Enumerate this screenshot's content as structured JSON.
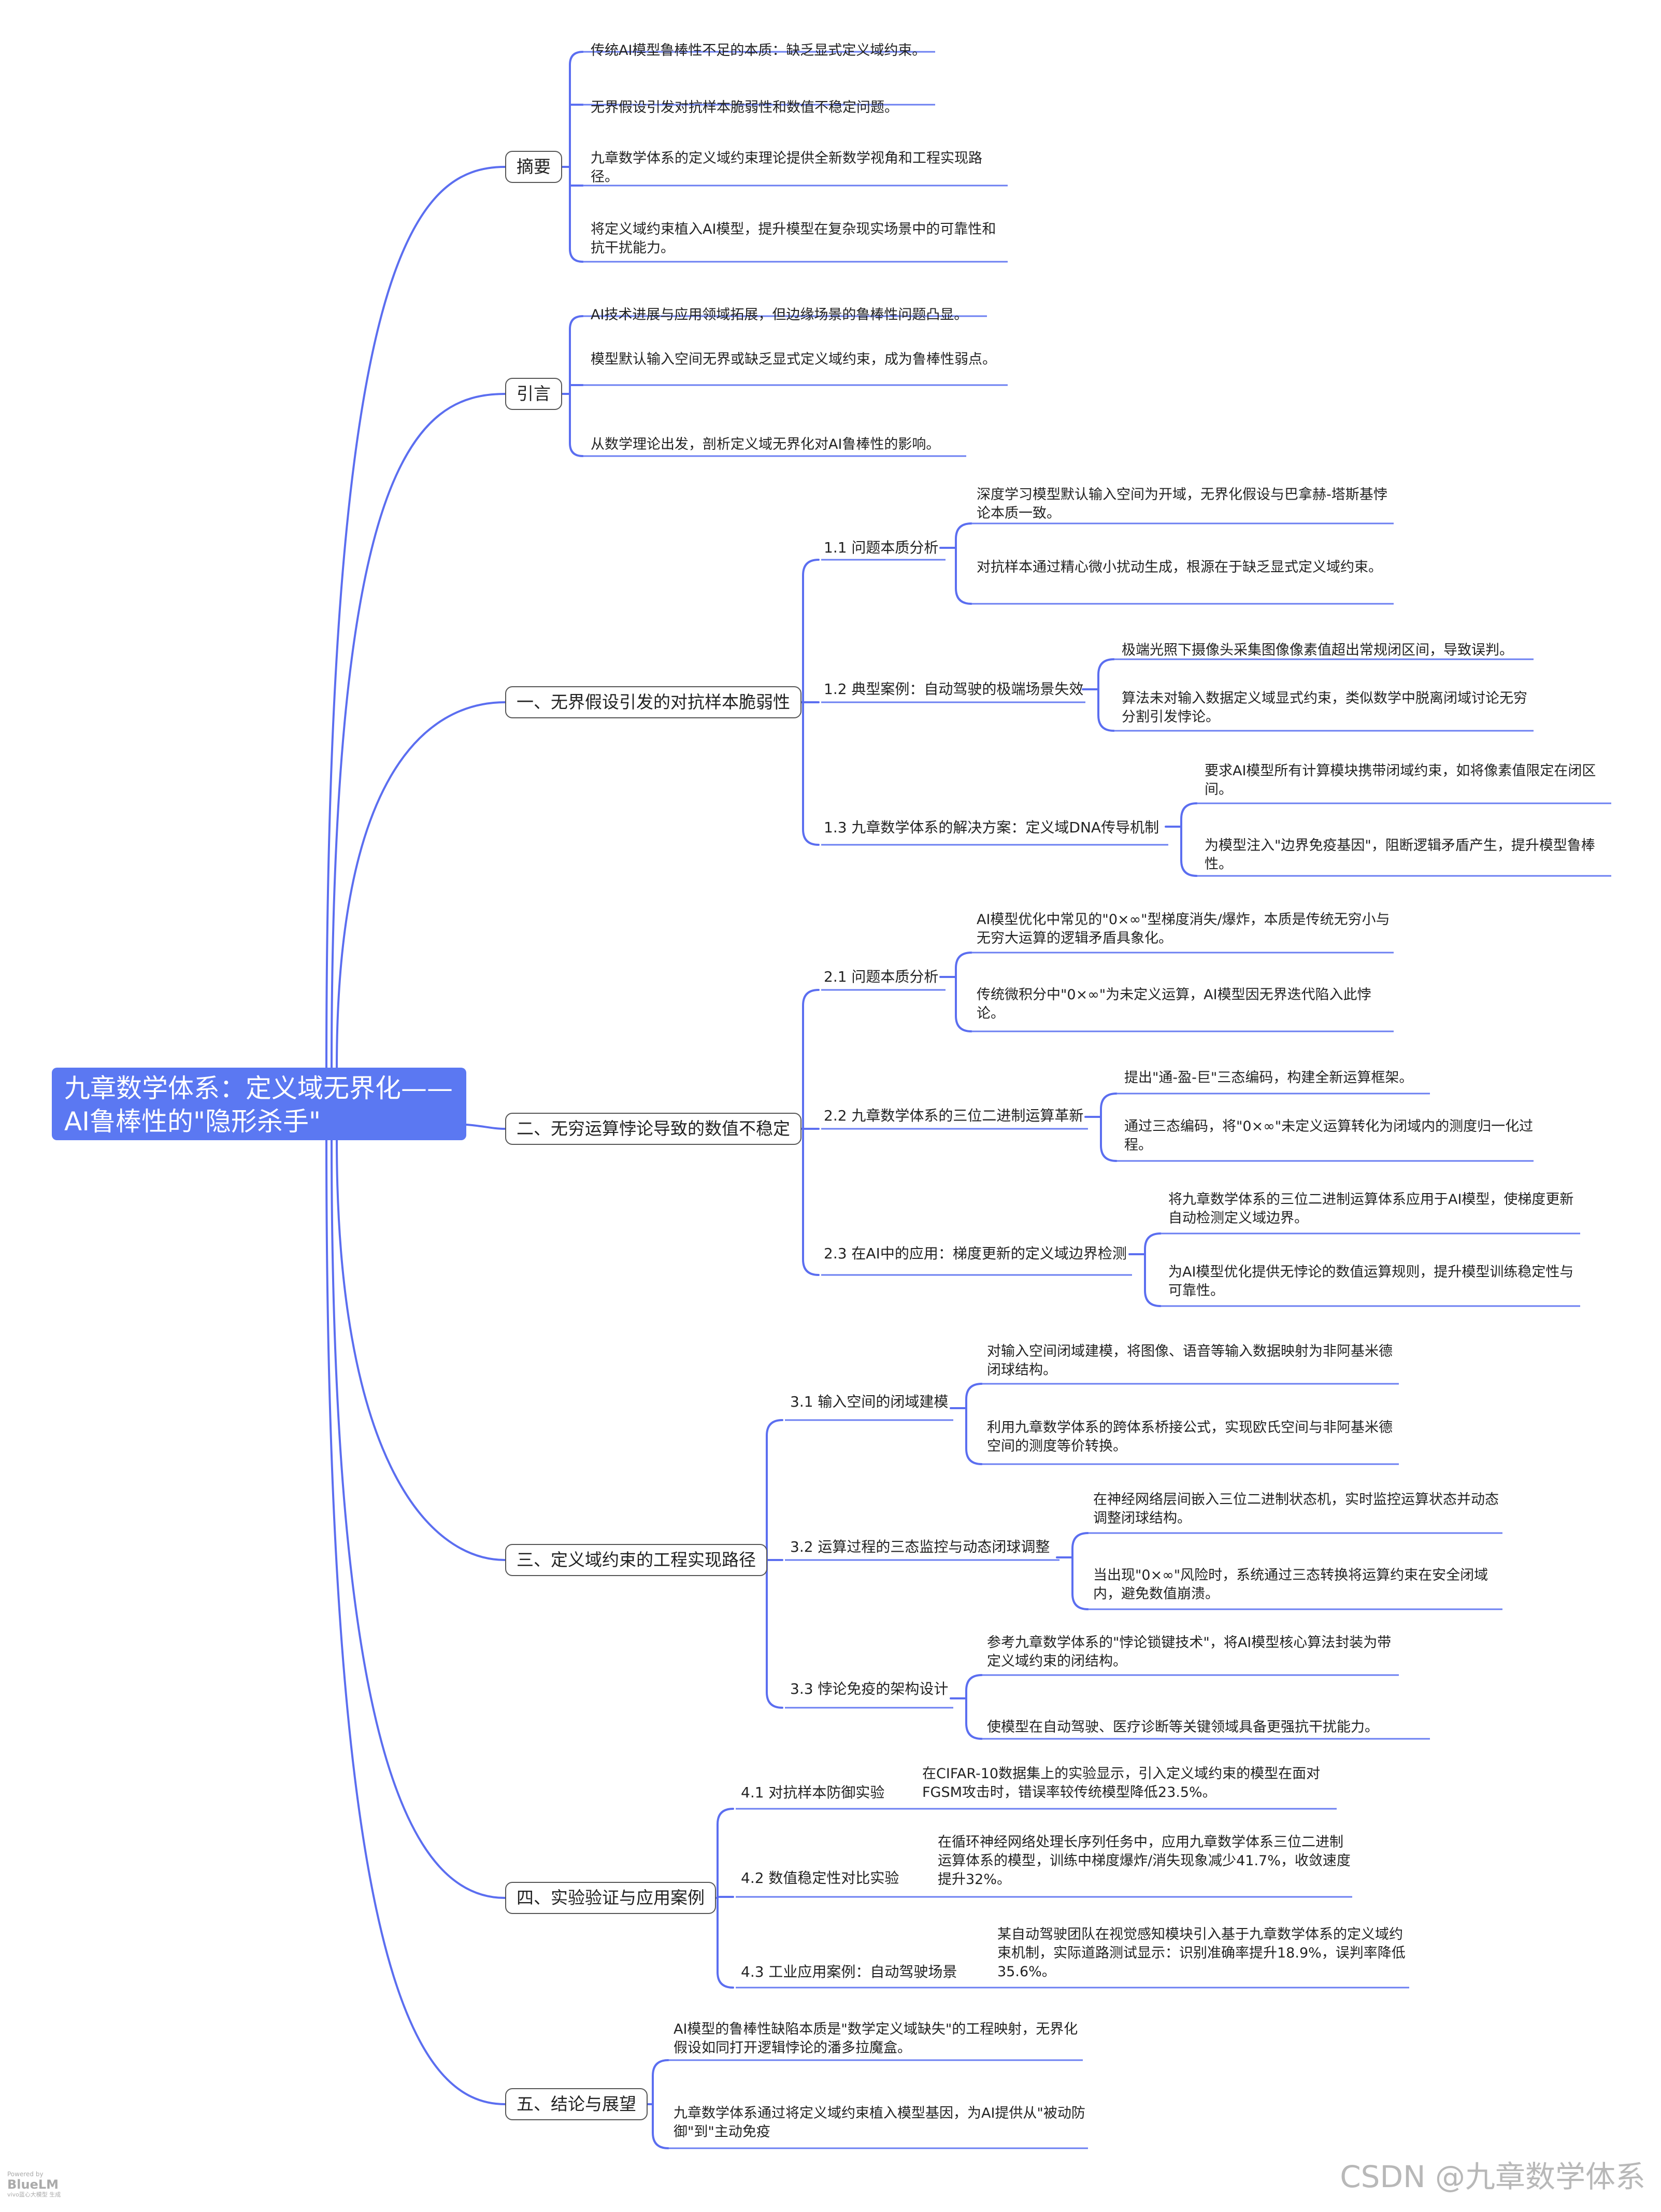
{
  "root": "九章数学体系：定义域无界化——AI鲁棒性的\"隐形杀手\"",
  "branches": [
    {
      "label": "摘要",
      "subs": [],
      "leaves": [
        "传统AI模型鲁棒性不足的本质：缺乏显式定义域约束。",
        "无界假设引发对抗样本脆弱性和数值不稳定问题。",
        "九章数学体系的定义域约束理论提供全新数学视角和工程实现路径。",
        "将定义域约束植入AI模型，提升模型在复杂现实场景中的可靠性和抗干扰能力。"
      ]
    },
    {
      "label": "引言",
      "subs": [],
      "leaves": [
        "AI技术进展与应用领域拓展，但边缘场景的鲁棒性问题凸显。",
        "模型默认输入空间无界或缺乏显式定义域约束，成为鲁棒性弱点。",
        "从数学理论出发，剖析定义域无界化对AI鲁棒性的影响。"
      ]
    },
    {
      "label": "一、无界假设引发的对抗样本脆弱性",
      "subs": [
        {
          "label": "1.1 问题本质分析",
          "leaves": [
            "深度学习模型默认输入空间为开域，无界化假设与巴拿赫-塔斯基悖论本质一致。",
            "对抗样本通过精心微小扰动生成，根源在于缺乏显式定义域约束。"
          ]
        },
        {
          "label": "1.2 典型案例：自动驾驶的极端场景失效",
          "leaves": [
            "极端光照下摄像头采集图像像素值超出常规闭区间，导致误判。",
            "算法未对输入数据定义域显式约束，类似数学中脱离闭域讨论无穷分割引发悖论。"
          ]
        },
        {
          "label": "1.3 九章数学体系的解决方案：定义域DNA传导机制",
          "leaves": [
            "要求AI模型所有计算模块携带闭域约束，如将像素值限定在闭区间。",
            "为模型注入\"边界免疫基因\"，阻断逻辑矛盾产生，提升模型鲁棒性。"
          ]
        }
      ]
    },
    {
      "label": "二、无穷运算悖论导致的数值不稳定",
      "subs": [
        {
          "label": "2.1 问题本质分析",
          "leaves": [
            "AI模型优化中常见的\"0×∞\"型梯度消失/爆炸，本质是传统无穷小与无穷大运算的逻辑矛盾具象化。",
            "传统微积分中\"0×∞\"为未定义运算，AI模型因无界迭代陷入此悖论。"
          ]
        },
        {
          "label": "2.2 九章数学体系的三位二进制运算革新",
          "leaves": [
            "提出\"通-盈-巨\"三态编码，构建全新运算框架。",
            "通过三态编码，将\"0×∞\"未定义运算转化为闭域内的测度归一化过程。"
          ]
        },
        {
          "label": "2.3 在AI中的应用：梯度更新的定义域边界检测",
          "leaves": [
            "将九章数学体系的三位二进制运算体系应用于AI模型，使梯度更新自动检测定义域边界。",
            "为AI模型优化提供无悖论的数值运算规则，提升模型训练稳定性与可靠性。"
          ]
        }
      ]
    },
    {
      "label": "三、定义域约束的工程实现路径",
      "subs": [
        {
          "label": "3.1 输入空间的闭域建模",
          "leaves": [
            "对输入空间闭域建模，将图像、语音等输入数据映射为非阿基米德闭球结构。",
            "利用九章数学体系的跨体系桥接公式，实现欧氏空间与非阿基米德空间的测度等价转换。"
          ]
        },
        {
          "label": "3.2 运算过程的三态监控与动态闭球调整",
          "leaves": [
            "在神经网络层间嵌入三位二进制状态机，实时监控运算状态并动态调整闭球结构。",
            "当出现\"0×∞\"风险时，系统通过三态转换将运算约束在安全闭域内，避免数值崩溃。"
          ]
        },
        {
          "label": "3.3 悖论免疫的架构设计",
          "leaves": [
            "参考九章数学体系的\"悖论锁键技术\"，将AI模型核心算法封装为带定义域约束的闭结构。",
            "使模型在自动驾驶、医疗诊断等关键领域具备更强抗干扰能力。"
          ]
        }
      ]
    },
    {
      "label": "四、实验验证与应用案例",
      "subs": [
        {
          "label": "4.1 对抗样本防御实验",
          "leaves": [
            "在CIFAR-10数据集上的实验显示，引入定义域约束的模型在面对FGSM攻击时，错误率较传统模型降低23.5%。"
          ]
        },
        {
          "label": "4.2 数值稳定性对比实验",
          "leaves": [
            "在循环神经网络处理长序列任务中，应用九章数学体系三位二进制运算体系的模型，训练中梯度爆炸/消失现象减少41.7%，收敛速度提升32%。"
          ]
        },
        {
          "label": "4.3 工业应用案例：自动驾驶场景",
          "leaves": [
            "某自动驾驶团队在视觉感知模块引入基于九章数学体系的定义域约束机制，实际道路测试显示：识别准确率提升18.9%，误判率降低35.6%。"
          ]
        }
      ]
    },
    {
      "label": "五、结论与展望",
      "subs": [],
      "leaves": [
        "AI模型的鲁棒性缺陷本质是\"数学定义域缺失\"的工程映射，无界化假设如同打开逻辑悖论的潘多拉魔盒。",
        "九章数学体系通过将定义域约束植入模型基因，为AI提供从\"被动防御\"到\"主动免疫"
      ]
    }
  ],
  "branding": {
    "powered": "Powered by",
    "name": "BlueLM",
    "sub": "vivo蓝心大模型 生成"
  },
  "watermark": "CSDN @九章数学体系",
  "colors": {
    "connector": "#5b6ef0",
    "root_bg": "#5b78f2",
    "underline": "#6b7ff2"
  }
}
